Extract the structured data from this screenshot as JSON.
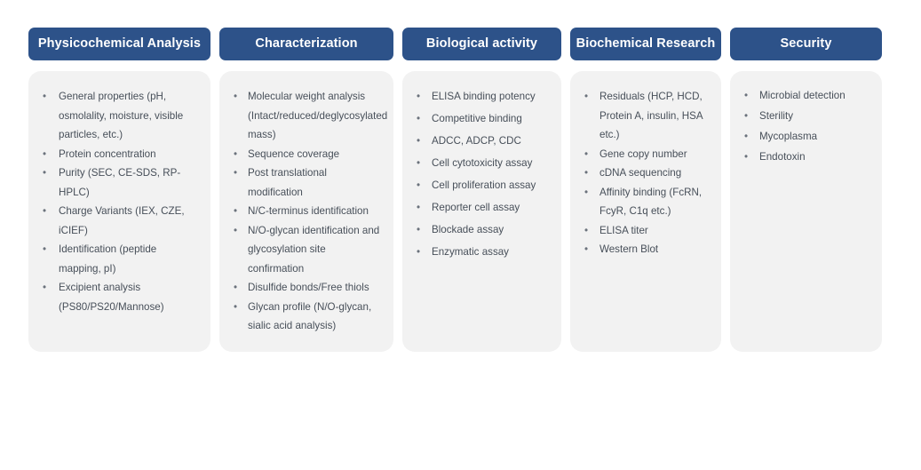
{
  "theme": {
    "page_background": "#FFFFFF",
    "header_pill_color": "#2D5289",
    "header_text_color": "#FFFFFF",
    "card_background": "#F2F2F2",
    "body_text_color": "#474F59",
    "bullet_color": "#6B727C"
  },
  "columns": [
    {
      "header": "Physicochemical Analysis",
      "items": [
        "General properties (pH, osmolality, moisture, visible particles, etc.)",
        "Protein concentration",
        "Purity (SEC,  CE-SDS, RP-HPLC)",
        "Charge Variants (IEX, CZE, iCIEF)",
        "Identification (peptide mapping, pI)",
        "Excipient analysis (PS80/PS20/Mannose)"
      ]
    },
    {
      "header": "Characterization",
      "items": [
        "Molecular weight analysis (Intact/reduced/deglycosylated mass)",
        "Sequence coverage",
        "Post translational modification",
        "N/C-terminus identification",
        "N/O-glycan identification and glycosylation site confirmation",
        "Disulfide bonds/Free thiols",
        "Glycan profile (N/O-glycan, sialic acid analysis)"
      ]
    },
    {
      "header": "Biological activity",
      "items": [
        "ELISA binding potency",
        "Competitive binding",
        "ADCC, ADCP, CDC",
        "Cell cytotoxicity assay",
        "Cell proliferation assay",
        "Reporter cell assay",
        "Blockade assay",
        "Enzymatic assay"
      ]
    },
    {
      "header": "Biochemical Research",
      "items": [
        "Residuals (HCP, HCD, Protein A, insulin, HSA etc.)",
        "Gene copy number",
        "cDNA sequencing",
        "Affinity binding (FcRN, FcyR, C1q etc.)",
        "ELISA titer",
        "Western Blot"
      ]
    },
    {
      "header": "Security",
      "items": [
        "Microbial detection",
        "Sterility",
        "Mycoplasma",
        "Endotoxin"
      ]
    }
  ],
  "bullet_glyph": "•"
}
